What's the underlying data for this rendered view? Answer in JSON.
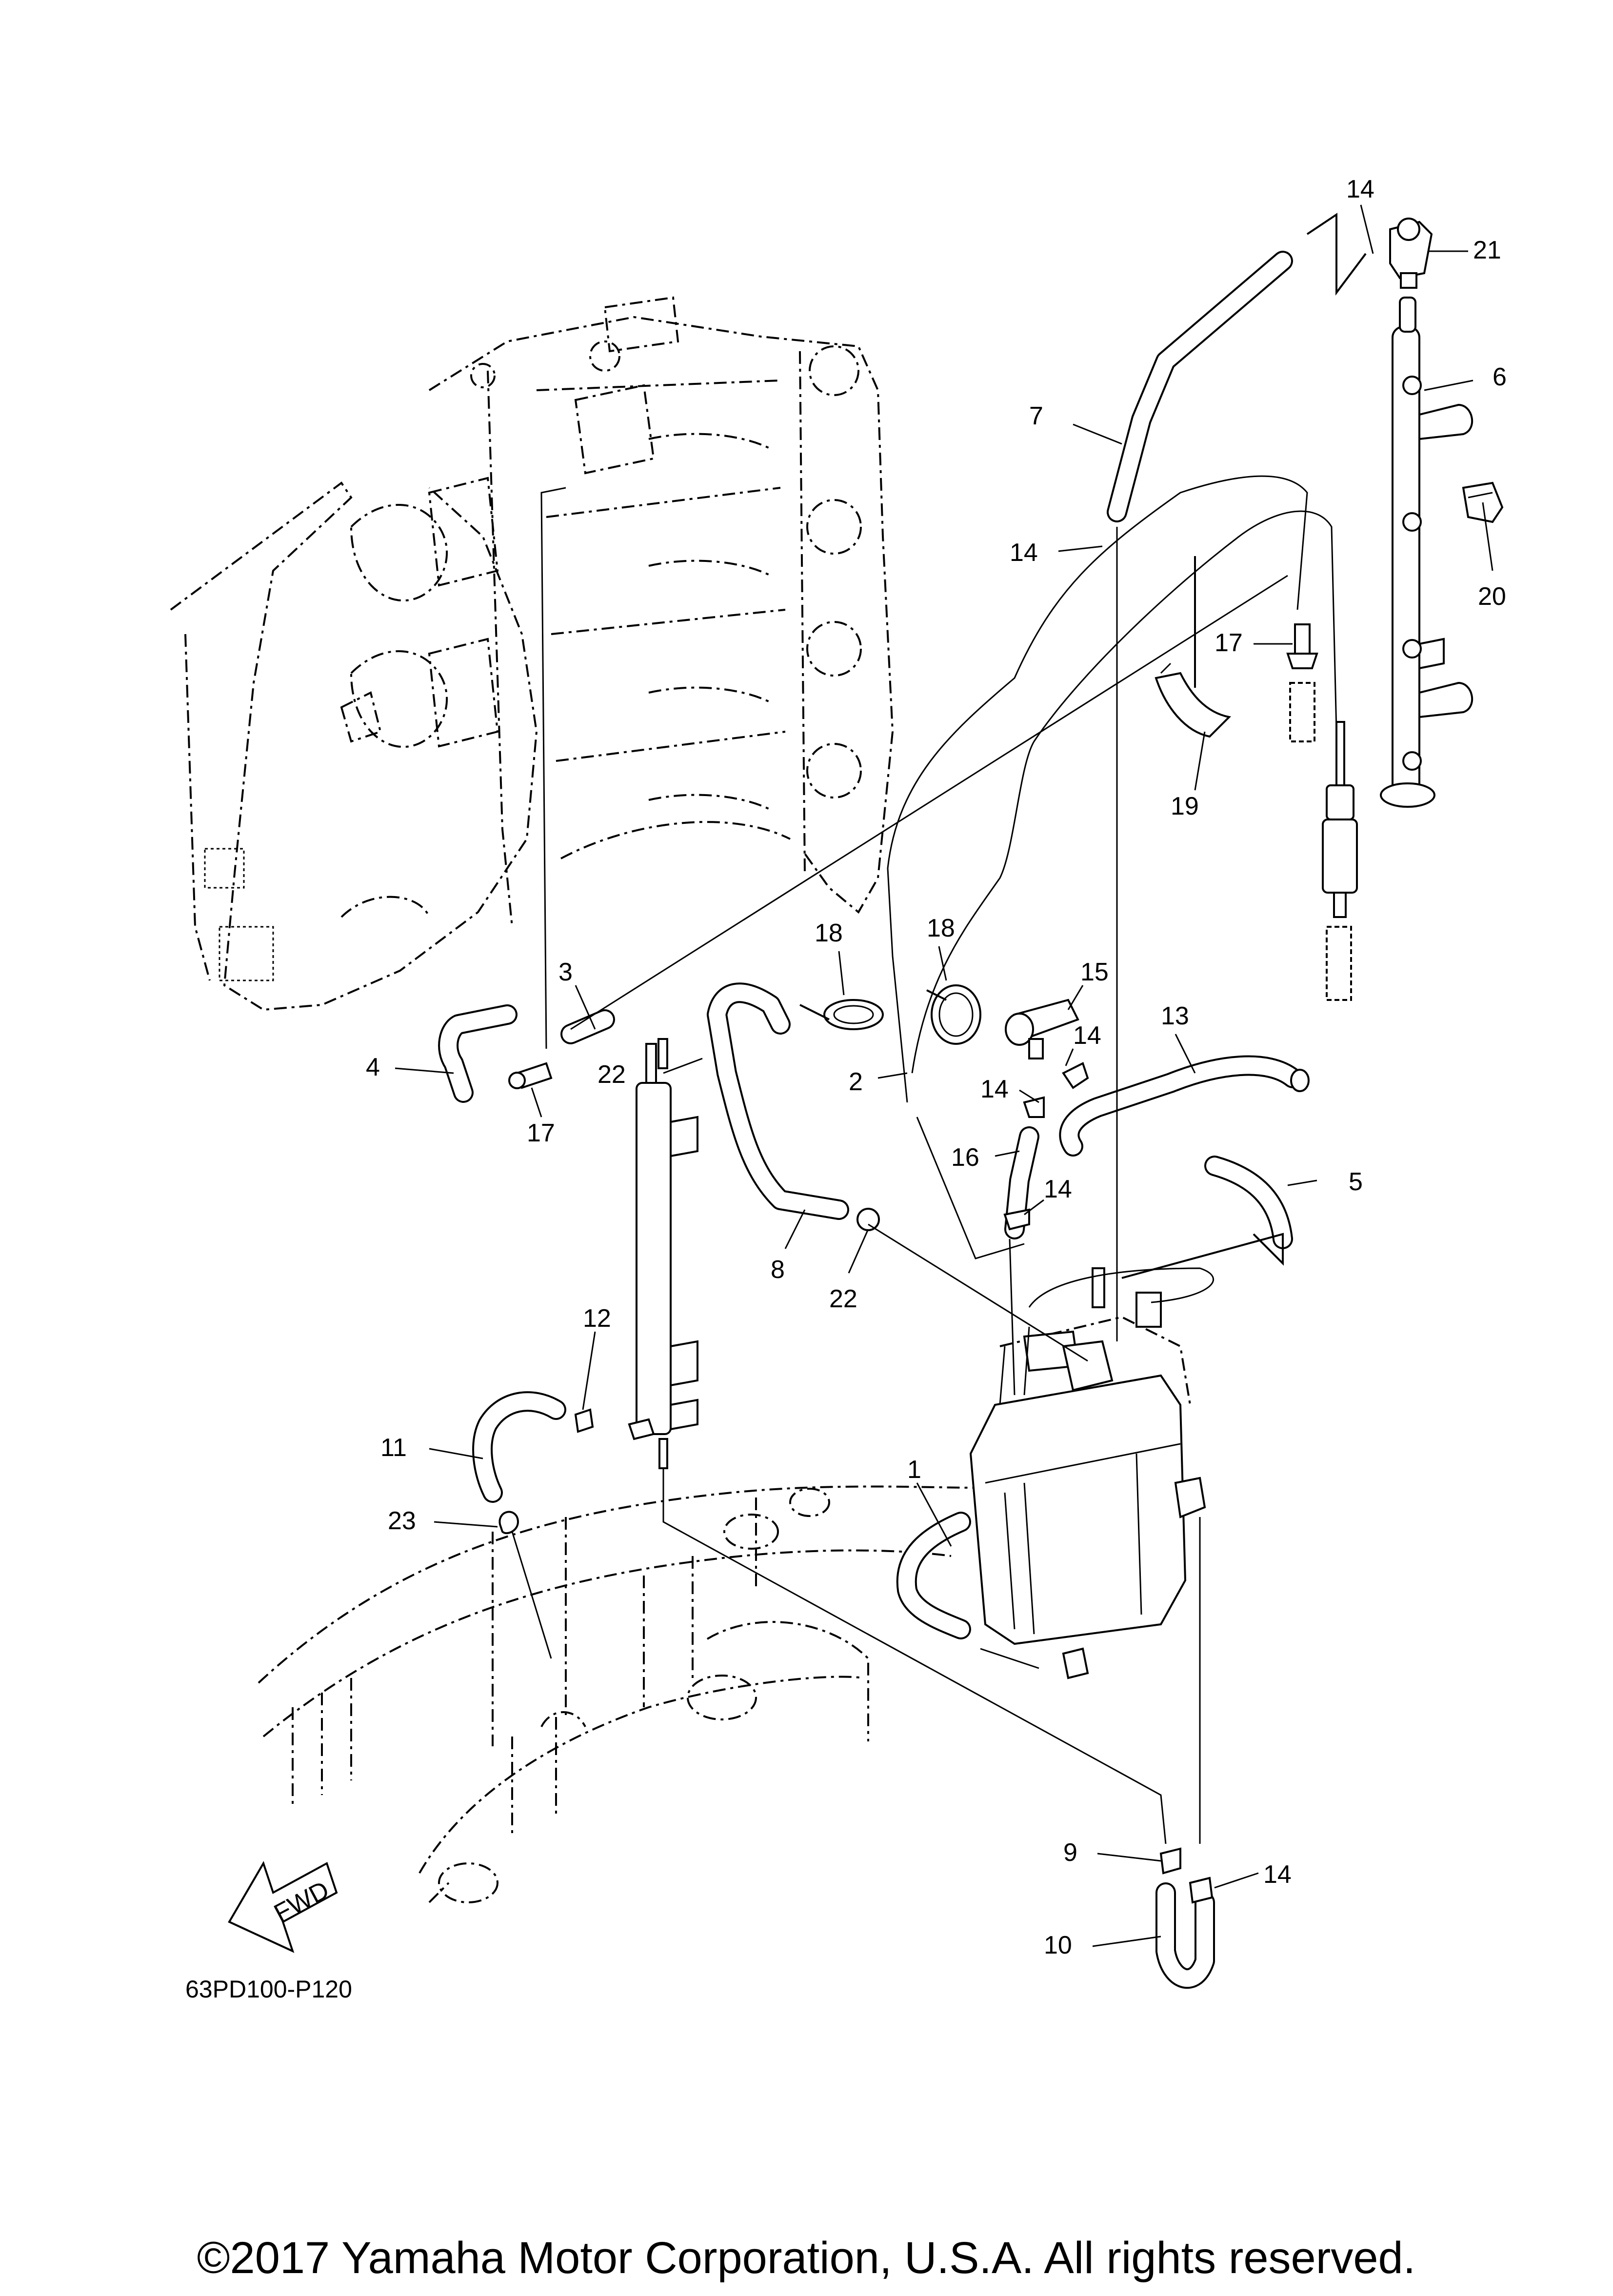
{
  "diagram": {
    "part_numbers": [
      "1",
      "2",
      "3",
      "4",
      "5",
      "6",
      "7",
      "8",
      "9",
      "10",
      "11",
      "12",
      "13",
      "14",
      "15",
      "16",
      "17",
      "18",
      "19",
      "20",
      "21",
      "22",
      "23"
    ],
    "callouts": [
      {
        "id": "14",
        "text": "14"
      },
      {
        "id": "21",
        "text": "21"
      },
      {
        "id": "6",
        "text": "6"
      },
      {
        "id": "7",
        "text": "7"
      },
      {
        "id": "14b",
        "text": "14"
      },
      {
        "id": "20",
        "text": "20"
      },
      {
        "id": "17",
        "text": "17"
      },
      {
        "id": "19",
        "text": "19"
      },
      {
        "id": "18",
        "text": "18"
      },
      {
        "id": "18b",
        "text": "18"
      },
      {
        "id": "15",
        "text": "15"
      },
      {
        "id": "13",
        "text": "13"
      },
      {
        "id": "3",
        "text": "3"
      },
      {
        "id": "4",
        "text": "4"
      },
      {
        "id": "17b",
        "text": "17"
      },
      {
        "id": "22",
        "text": "22"
      },
      {
        "id": "2",
        "text": "2"
      },
      {
        "id": "14c",
        "text": "14"
      },
      {
        "id": "14d",
        "text": "14"
      },
      {
        "id": "16",
        "text": "16"
      },
      {
        "id": "5",
        "text": "5"
      },
      {
        "id": "14e",
        "text": "14"
      },
      {
        "id": "8",
        "text": "8"
      },
      {
        "id": "22b",
        "text": "22"
      },
      {
        "id": "12",
        "text": "12"
      },
      {
        "id": "11",
        "text": "11"
      },
      {
        "id": "1",
        "text": "1"
      },
      {
        "id": "23",
        "text": "23"
      },
      {
        "id": "9",
        "text": "9"
      },
      {
        "id": "14f",
        "text": "14"
      },
      {
        "id": "10",
        "text": "10"
      }
    ],
    "fwd_label": "FWD",
    "drawing_code": "63PD100-P120",
    "copyright": "©2017 Yamaha Motor Corporation, U.S.A. All rights reserved."
  }
}
